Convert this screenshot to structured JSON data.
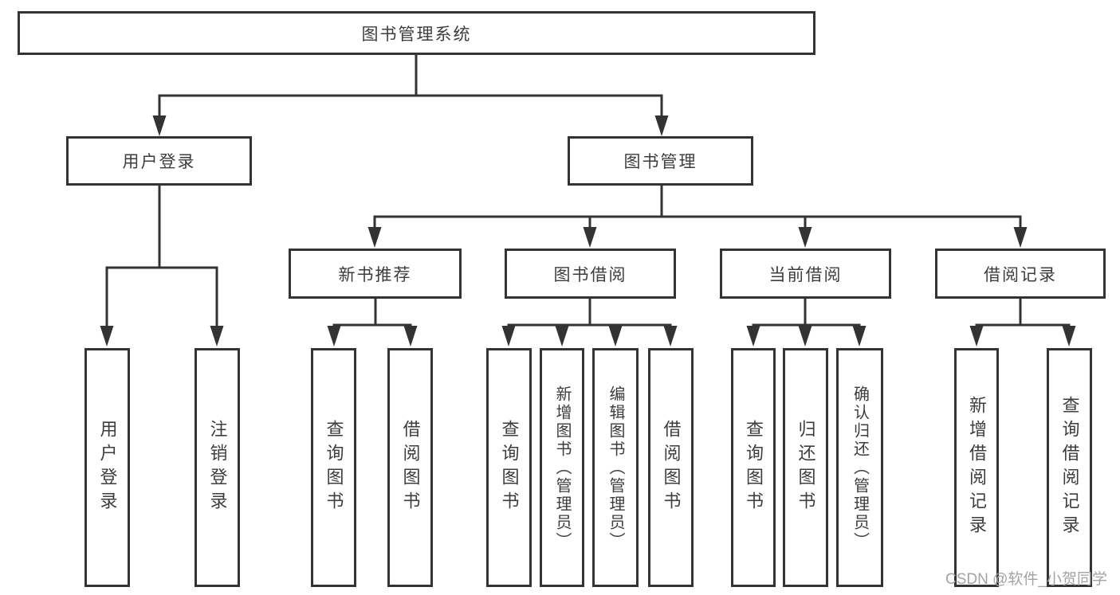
{
  "diagram": {
    "root": {
      "label": "图书管理系统"
    },
    "level2": [
      {
        "label": "用户登录"
      },
      {
        "label": "图书管理"
      }
    ],
    "level3": [
      {
        "label": "新书推荐"
      },
      {
        "label": "图书借阅"
      },
      {
        "label": "当前借阅"
      },
      {
        "label": "借阅记录"
      }
    ],
    "leaves": {
      "user_login": [
        "用户登录",
        "注销登录"
      ],
      "new_books": [
        "查询图书",
        "借阅图书"
      ],
      "book_borrow": [
        "查询图书",
        "新增图书（管理员）",
        "编辑图书（管理员）",
        "借阅图书"
      ],
      "current_borrow": [
        "查询图书",
        "归还图书",
        "确认归还（管理员）"
      ],
      "borrow_records": [
        "新增借阅记录",
        "查询借阅记录"
      ]
    }
  },
  "watermark": "CSDN @软件_小贺同学",
  "colors": {
    "line": "#333333",
    "box_border": "#333333",
    "text": "#3d3d3d",
    "background": "#ffffff",
    "watermark_text": "#a3a3a3"
  }
}
